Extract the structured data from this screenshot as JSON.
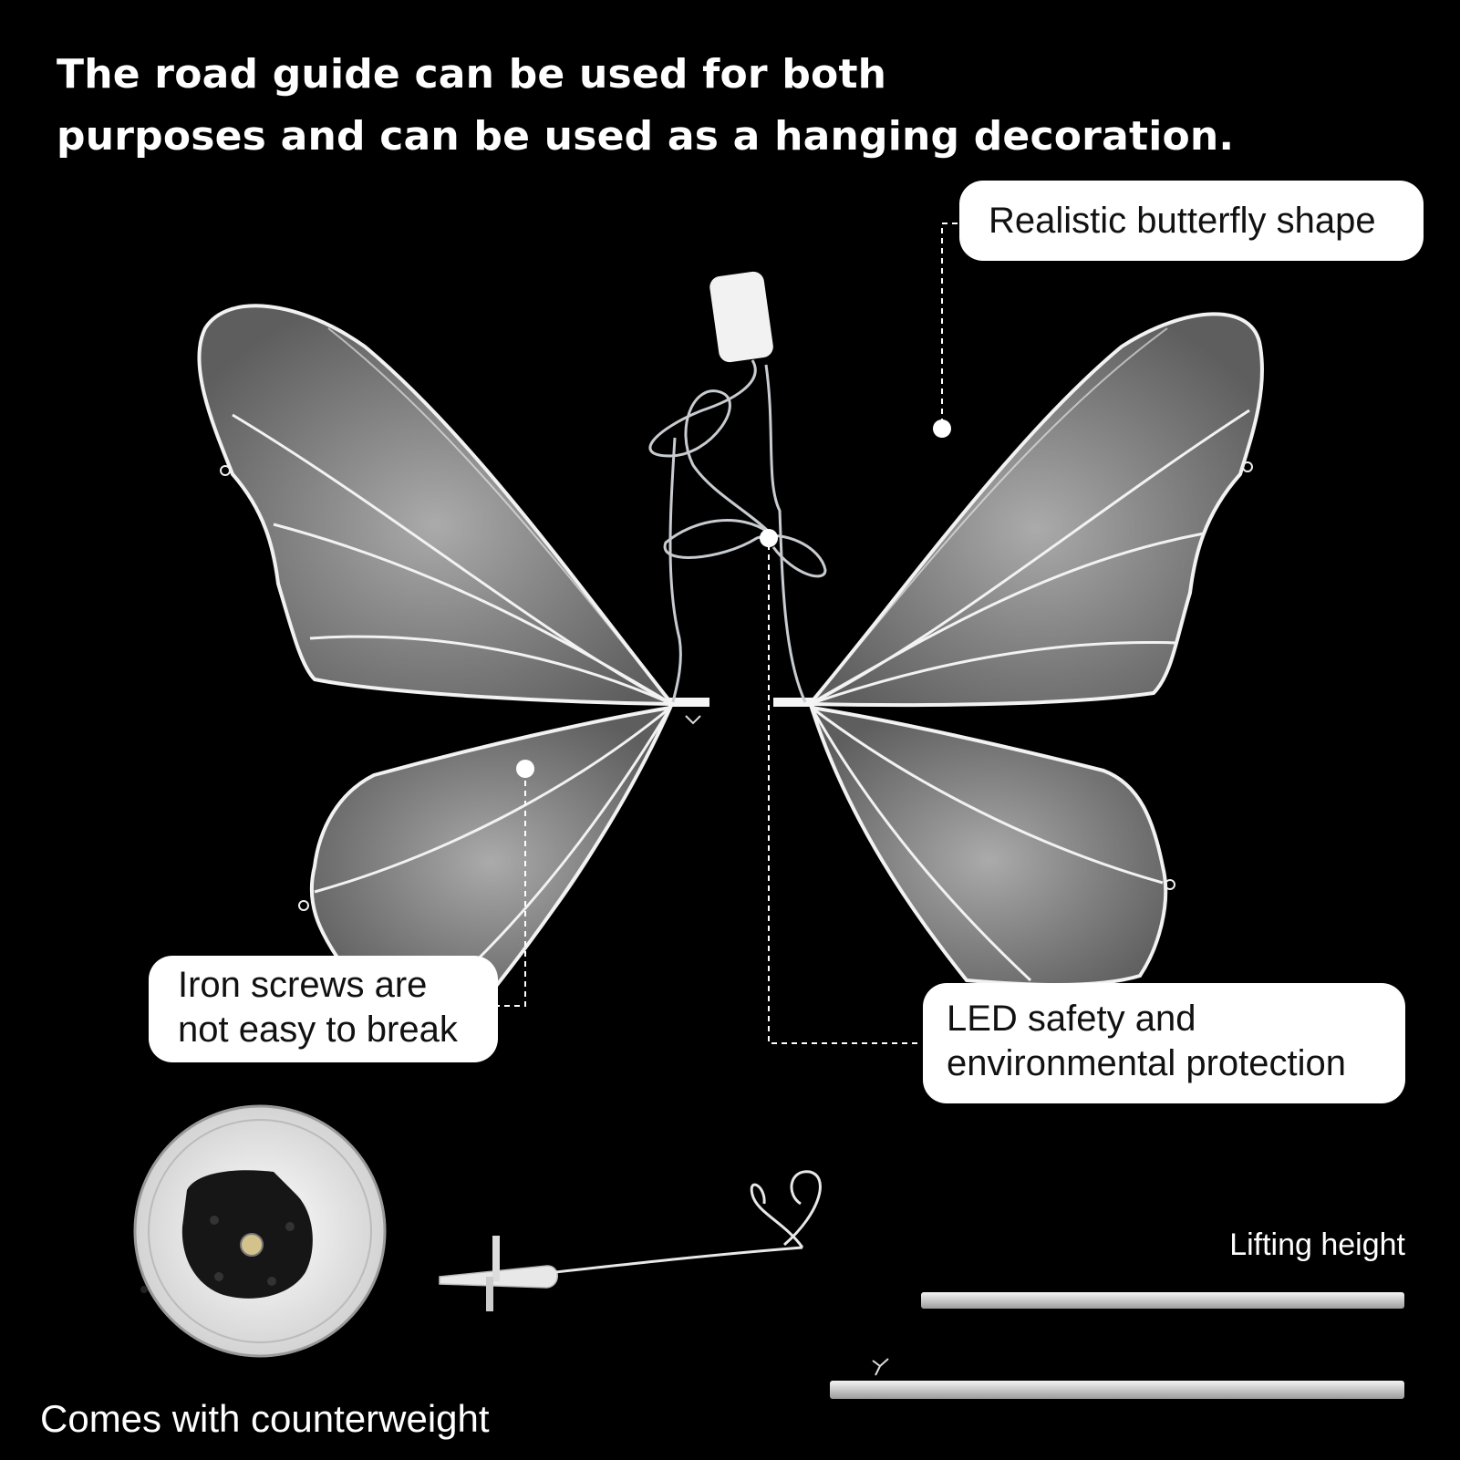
{
  "headline": {
    "line1": "The road guide can be used for both",
    "line2": "purposes and can be used as a hanging decoration."
  },
  "callouts": {
    "butterfly_shape": "Realistic butterfly shape",
    "iron_screws": [
      "Iron screws are",
      "not easy to break"
    ],
    "led_safety": [
      "LED safety and",
      "environmental protection"
    ]
  },
  "captions": {
    "counterweight": "Comes with counterweight",
    "lifting_height": "Lifting height"
  },
  "colors": {
    "background": "#000000",
    "callout_bg": "#ffffff",
    "callout_text": "#111111",
    "wing_fill": "#9a9a9a",
    "wing_vein": "#f2f2f2"
  },
  "icons": [
    "butterfly-wings-photo",
    "led-driver-box-icon",
    "counterweight-base-icon",
    "mount-bracket-icon",
    "support-pole-icon"
  ]
}
